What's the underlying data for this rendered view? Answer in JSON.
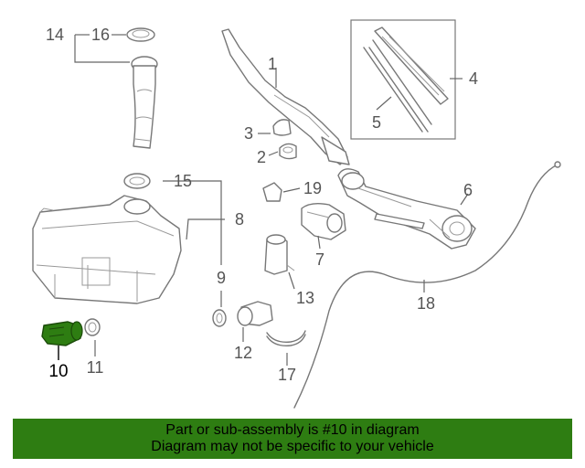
{
  "diagram": {
    "callouts": [
      {
        "id": "1",
        "label": "1"
      },
      {
        "id": "2",
        "label": "2"
      },
      {
        "id": "3",
        "label": "3"
      },
      {
        "id": "4",
        "label": "4"
      },
      {
        "id": "5",
        "label": "5"
      },
      {
        "id": "6",
        "label": "6"
      },
      {
        "id": "7",
        "label": "7"
      },
      {
        "id": "8",
        "label": "8"
      },
      {
        "id": "9",
        "label": "9"
      },
      {
        "id": "10",
        "label": "10"
      },
      {
        "id": "11",
        "label": "11"
      },
      {
        "id": "12",
        "label": "12"
      },
      {
        "id": "13",
        "label": "13"
      },
      {
        "id": "14",
        "label": "14"
      },
      {
        "id": "15",
        "label": "15"
      },
      {
        "id": "16",
        "label": "16"
      },
      {
        "id": "17",
        "label": "17"
      },
      {
        "id": "18",
        "label": "18"
      },
      {
        "id": "19",
        "label": "19"
      }
    ],
    "highlighted_part": "10",
    "highlight_color": "#2e7d12"
  },
  "banner": {
    "line1": "Part or sub-assembly is #10 in diagram",
    "line2": "Diagram may not be specific to your vehicle",
    "background_color": "#2e7d12"
  }
}
